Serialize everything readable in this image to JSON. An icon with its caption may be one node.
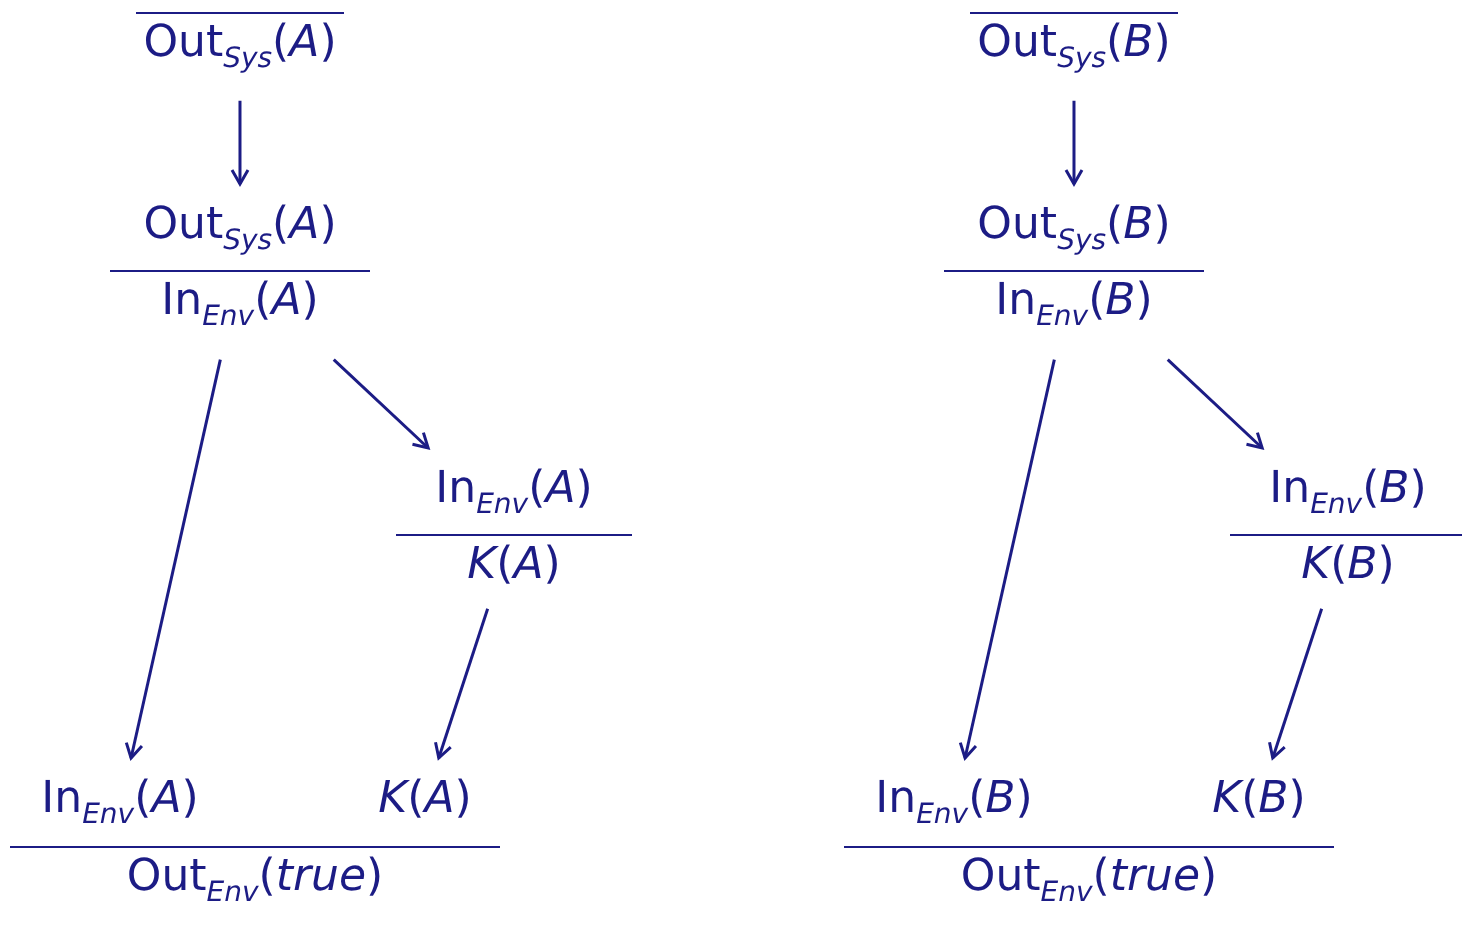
{
  "diagram": {
    "nodes": [
      {
        "text": [
          "Out$_{Sys}$(*A*)"
        ]
      },
      {
        "text": [
          "Out$_{Sys}$(*A*)",
          "In$_{Env}$(*A*)"
        ]
      },
      {
        "text": [
          "In$_{Env}$(*A*)",
          "*K*(*A*)"
        ]
      },
      {
        "text": [
          "Out$_{Env}$(*true*)"
        ]
      },
      {
        "text": [
          "In$_{Env}$(*A*)"
        ],
        "in": 3
      },
      {
        "text": [
          "*K*(*A*)"
        ],
        "in": 3
      },
      {
        "text": [
          "Out$_{Sys}$(*B*)"
        ]
      },
      {
        "text": [
          "Out$_{Sys}$(*B*)",
          "In$_{Env}$(*B*)"
        ]
      },
      {
        "text": [
          "In$_{Env}$(*B*)",
          "*K*(*B*)"
        ]
      },
      {
        "text": [
          "Out$_{Env}$(*true*)"
        ]
      },
      {
        "text": [
          "In$_{Env}$(*B*)"
        ],
        "in": 9
      },
      {
        "text": [
          "*K*(*B*)"
        ],
        "in": 9
      }
    ],
    "edges": [
      {
        "from": 0,
        "to": 1,
        "arrow": "to"
      },
      {
        "from": 1,
        "to": 2,
        "arrow": "to"
      },
      {
        "from": 1,
        "to": 4,
        "arrow": "to"
      },
      {
        "from": 2,
        "to": 5,
        "arrow": "to"
      },
      {
        "from": 6,
        "to": 7,
        "arrow": "to"
      },
      {
        "from": 7,
        "to": 8,
        "arrow": "to"
      },
      {
        "from": 7,
        "to": 10,
        "arrow": "to"
      },
      {
        "from": 8,
        "to": 11,
        "arrow": "to"
      }
    ]
  }
}
